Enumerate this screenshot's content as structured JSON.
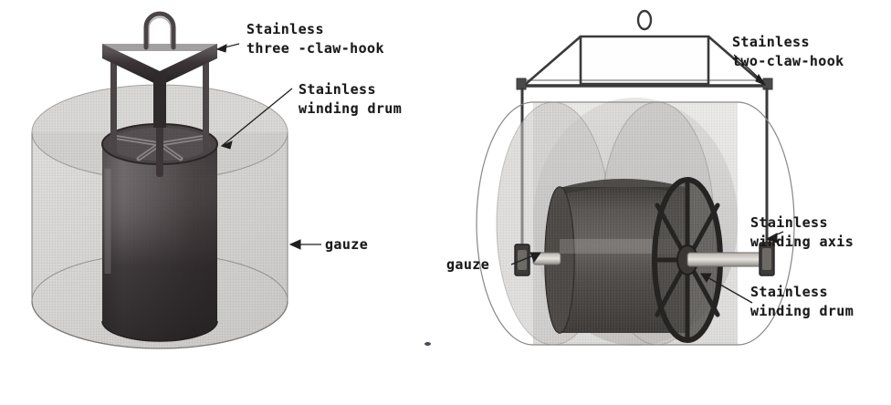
{
  "figure": {
    "title": "",
    "kind": "technical-line-drawing",
    "background_color": "#ffffff",
    "ink_color": "#1a1a1a"
  },
  "left_figure": {
    "name": "vertical-winding-drum-assembly",
    "components": [
      {
        "id": "three-claw-hook",
        "label": "Stainless\nthree -claw-hook"
      },
      {
        "id": "winding-drum",
        "label": "Stainless\nwinding drum"
      },
      {
        "id": "gauze",
        "label": "gauze"
      }
    ],
    "labels": {
      "hook_line1": "Stainless",
      "hook_line2": "three -claw-hook",
      "drum_line1": "Stainless",
      "drum_line2": "winding drum",
      "gauze": "gauze"
    },
    "colors": {
      "gauze_mesh": "#b9b7b5",
      "drum_dark": "#3b3538",
      "drum_mid": "#7b7577",
      "hook_dark": "#3a3536"
    }
  },
  "right_figure": {
    "name": "horizontal-winding-drum-assembly",
    "components": [
      {
        "id": "two-claw-hook",
        "label": "Stainless\ntwo-claw-hook"
      },
      {
        "id": "winding-axis",
        "label": "Stainless\nwinding axis"
      },
      {
        "id": "winding-drum",
        "label": "Stainless\nwinding drum"
      },
      {
        "id": "gauze",
        "label": "gauze"
      }
    ],
    "labels": {
      "hook_line1": "Stainless",
      "hook_line2": "two-claw-hook",
      "axis_line1": "Stainless",
      "axis_line2": "winding axis",
      "drum_line1": "Stainless",
      "drum_line2": "winding drum",
      "gauze": "gauze"
    },
    "colors": {
      "gauze_mesh": "#b5b3b2",
      "drum_dark": "#4a4745",
      "wheel_dark": "#2f2d2c",
      "frame_line": "#3a3a3a"
    }
  }
}
